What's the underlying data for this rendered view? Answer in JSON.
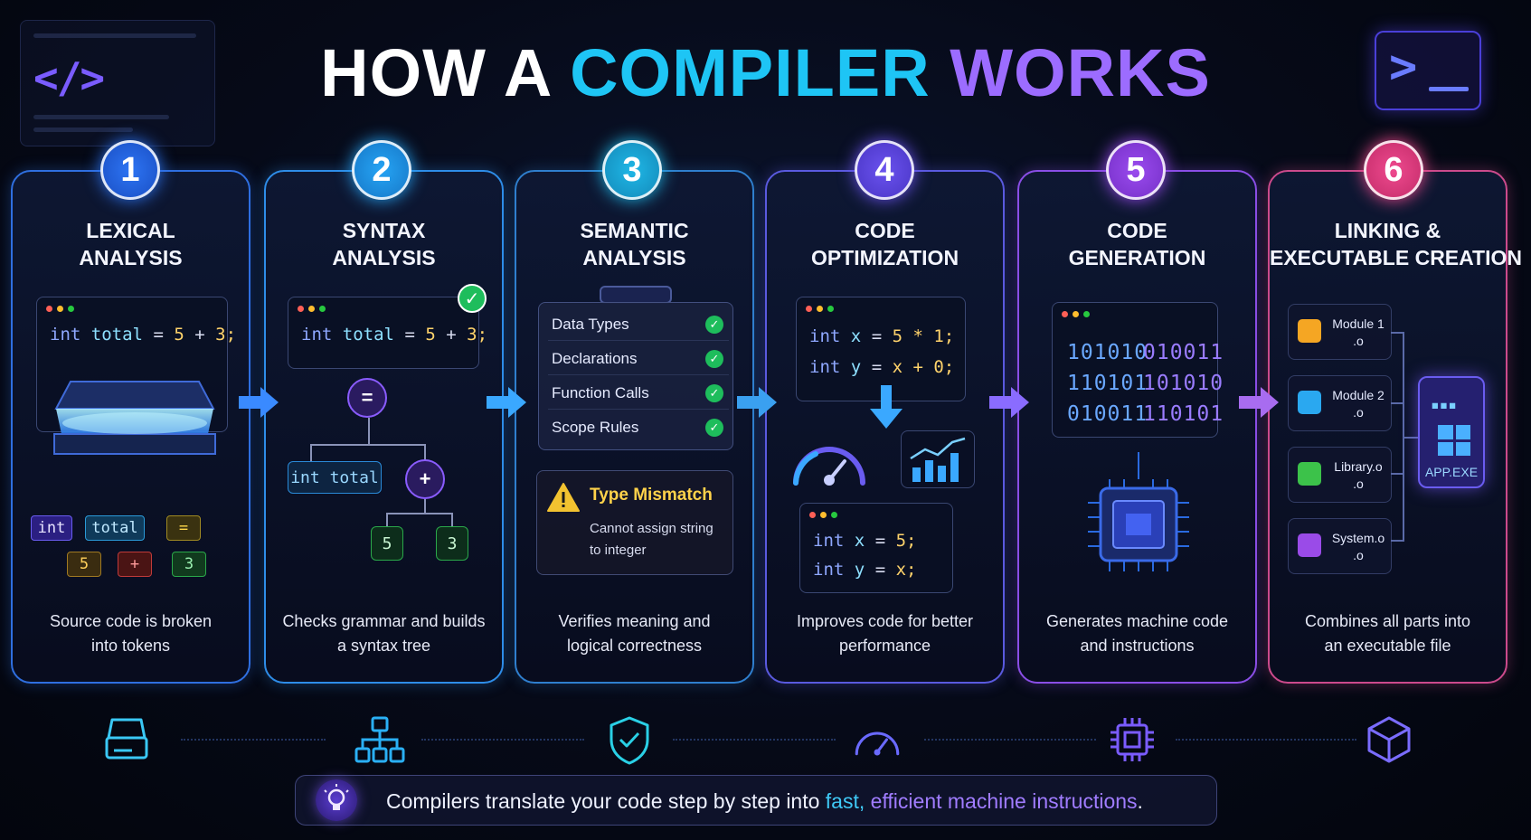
{
  "title": {
    "part1": "HOW A ",
    "part2": "COMPILER",
    "part3": " WORKS"
  },
  "header_icons": {
    "left": "</>",
    "right": ">_"
  },
  "steps": [
    {
      "number": "1",
      "title_line1": "LEXICAL",
      "title_line2": "ANALYSIS",
      "code": {
        "type": "int",
        "var": "total",
        "op1": "=",
        "a": "5",
        "op2": "+",
        "b": "3;"
      },
      "tokens": [
        "int",
        "total",
        "=",
        "5",
        "+",
        "3"
      ],
      "description_line1": "Source code is broken",
      "description_line2": "into tokens",
      "icon": "scanner-icon"
    },
    {
      "number": "2",
      "title_line1": "SYNTAX",
      "title_line2": "ANALYSIS",
      "code": {
        "type": "int",
        "var": "total",
        "op1": "=",
        "a": "5",
        "op2": "+",
        "b": "3;"
      },
      "tree": {
        "root": "=",
        "left": "int total",
        "op": "+",
        "leaf1": "5",
        "leaf2": "3"
      },
      "description_line1": "Checks grammar and builds",
      "description_line2": "a syntax tree",
      "icon": "hierarchy-icon"
    },
    {
      "number": "3",
      "title_line1": "SEMANTIC",
      "title_line2": "ANALYSIS",
      "checks": [
        "Data Types",
        "Declarations",
        "Function Calls",
        "Scope Rules"
      ],
      "warning": {
        "title": "Type Mismatch",
        "line1": "Cannot assign string",
        "line2": "to integer"
      },
      "description_line1": "Verifies meaning and",
      "description_line2": "logical correctness",
      "icon": "shield-check-icon"
    },
    {
      "number": "4",
      "title_line1": "CODE",
      "title_line2": "OPTIMIZATION",
      "before": [
        {
          "type": "int",
          "var": "x",
          "op": "=",
          "expr": "5 * 1;"
        },
        {
          "type": "int",
          "var": "y",
          "op": "=",
          "expr": "x + 0;"
        }
      ],
      "after": [
        {
          "type": "int",
          "var": "x",
          "op": "=",
          "expr": "5;"
        },
        {
          "type": "int",
          "var": "y",
          "op": "=",
          "expr": "x;"
        }
      ],
      "description_line1": "Improves code for better",
      "description_line2": "performance",
      "icon": "speedometer-icon"
    },
    {
      "number": "5",
      "title_line1": "CODE",
      "title_line2": "GENERATION",
      "binary": [
        [
          "101010",
          "010011"
        ],
        [
          "110101",
          "101010"
        ],
        [
          "010011",
          "110101"
        ]
      ],
      "description_line1": "Generates machine code",
      "description_line2": "and instructions",
      "icon": "chip-icon"
    },
    {
      "number": "6",
      "title_line1": "LINKING &",
      "title_line2": "EXECUTABLE CREATION",
      "modules": [
        {
          "name": "Module 1",
          "ext": ".o",
          "color": "#f5a623"
        },
        {
          "name": "Module 2",
          "ext": ".o",
          "color": "#2aa8f0"
        },
        {
          "name": "Library.o",
          "ext": ".o",
          "color": "#3cc24a"
        },
        {
          "name": "System.o",
          "ext": ".o",
          "color": "#9a4be8"
        }
      ],
      "exe_label": "APP.EXE",
      "description_line1": "Combines all parts into",
      "description_line2": "an executable file",
      "icon": "cube-icon"
    }
  ],
  "banner": {
    "text": "Compilers translate your code step by step into ",
    "highlight1": "fast,",
    "highlight2": " efficient machine instructions",
    "end": "."
  }
}
